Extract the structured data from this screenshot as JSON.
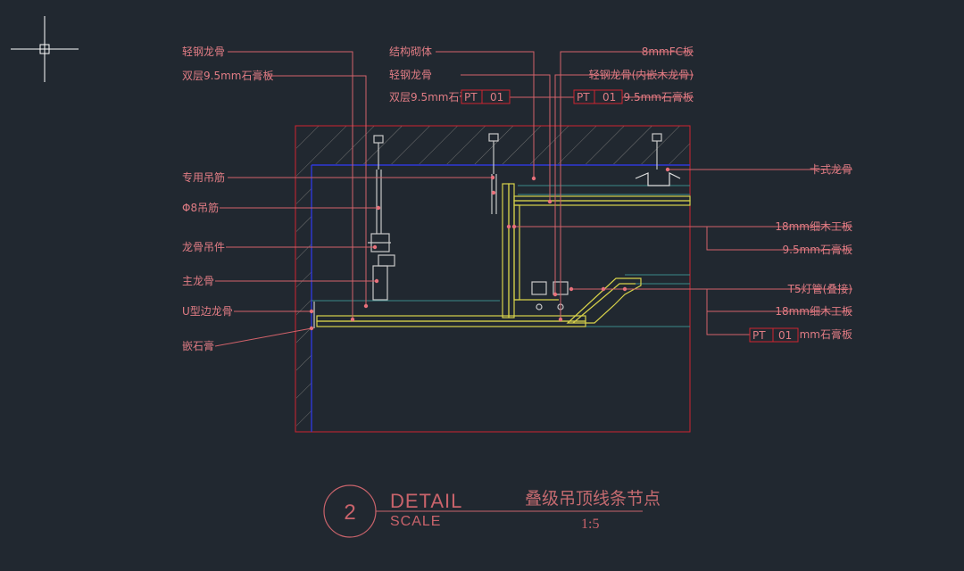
{
  "drawing": {
    "labels_left": [
      "轻钢龙骨",
      "双层9.5mm石膏板",
      "专用吊筋",
      "Φ8吊筋",
      "龙骨吊件",
      "主龙骨",
      "U型边龙骨",
      "嵌石膏"
    ],
    "labels_middle": [
      "结构砌体",
      "轻钢龙骨",
      "双层9.5mm石膏板"
    ],
    "labels_top_right": [
      "8mmFC板",
      "轻钢龙骨(内嵌木龙骨)",
      "双层9.5mm石膏板"
    ],
    "labels_right": [
      "卡式龙骨",
      "18mm细木工板",
      "9.5mm石膏板",
      "T5灯管(叠接)",
      "18mm细木工板",
      "9.5mm石膏板"
    ],
    "tags": [
      {
        "code": "PT",
        "num": "01"
      },
      {
        "code": "PT",
        "num": "01"
      },
      {
        "code": "PT",
        "num": "01"
      }
    ],
    "title": {
      "number": "2",
      "detail": "DETAIL",
      "scale": "SCALE",
      "name": "叠级吊顶线条节点",
      "ratio": "1:5"
    }
  },
  "colors": {
    "background": "#212830",
    "leader": "#d2626a",
    "text": "#e07c84",
    "boundary_red": "#d0242f",
    "boundary_blue": "#2f38d8",
    "board_yellow": "#d8d24a",
    "hanger_grey": "#c8c8c8",
    "crosshair": "#ffffff"
  }
}
